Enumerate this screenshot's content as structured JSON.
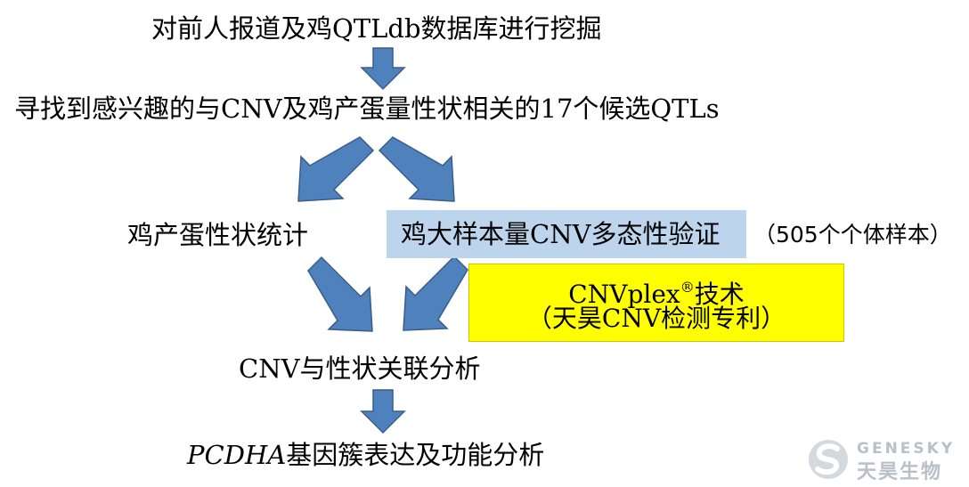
{
  "flow": {
    "step1": "对前人报道及鸡QTLdb数据库进行挖掘",
    "step2": "寻找到感兴趣的与CNV及鸡产蛋量性状相关的17个候选QTLs",
    "step3a": "鸡产蛋性状统计",
    "step3b": "鸡大样本量CNV多态性验证",
    "step3b_note": "（505个个体样本）",
    "tech_name": "CNVplex",
    "tech_reg": "®",
    "tech_suffix": "技术",
    "tech_sub": "（天昊CNV检测专利）",
    "step4": "CNV与性状关联分析",
    "step5_italic": "PCDHA",
    "step5_rest": "基因簇表达及功能分析"
  },
  "logo": {
    "en": "GENESKY",
    "cn": "天昊生物",
    "icon": "genesky-s-logo-icon"
  },
  "colors": {
    "arrow_fill": "#4f81bd",
    "arrow_stroke": "#385d8a",
    "highlight_blue": "#bcd4ec",
    "highlight_yellow": "#ffff00",
    "logo_gray": "#b9c0c8"
  }
}
